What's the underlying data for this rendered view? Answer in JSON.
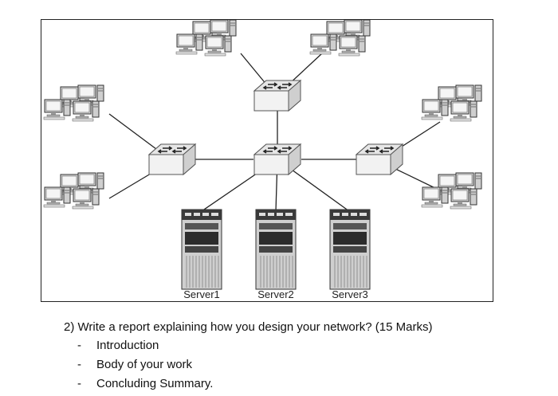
{
  "diagram": {
    "servers": [
      {
        "label": "Server1"
      },
      {
        "label": "Server2"
      },
      {
        "label": "Server3"
      }
    ],
    "icons": {
      "switch": "network-switch-icon",
      "workstation": "workstation-group-icon",
      "server": "server-tower-icon"
    }
  },
  "question": {
    "text": "2) Write a report explaining how you design your network? (15 Marks)",
    "items": [
      {
        "dash": "-",
        "text": "Introduction"
      },
      {
        "dash": "-",
        "text": "Body of your work"
      },
      {
        "dash": "-",
        "text": "Concluding Summary."
      }
    ]
  }
}
